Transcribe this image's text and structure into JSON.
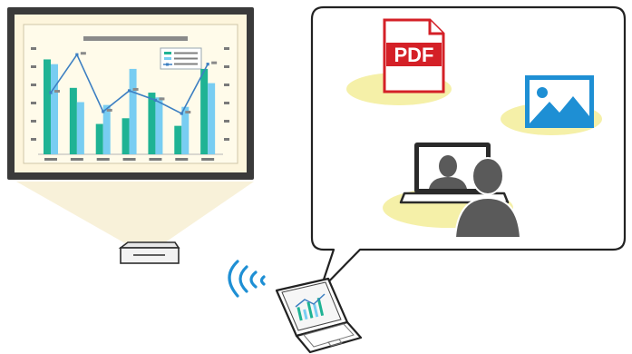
{
  "pdf_icon": {
    "label": "PDF",
    "color": "#d42027"
  },
  "colors": {
    "frame": "#3a3a3a",
    "screen": "#fdf5dc",
    "bar_green": "#1fb394",
    "bar_blue": "#78cdf2",
    "line": "#3d7fc2",
    "highlight": "#f5f0a8",
    "image_icon": "#1e8fd4",
    "person": "#5a5a5a"
  },
  "chart_data": {
    "type": "bar",
    "categories": [
      "",
      "",
      "",
      "",
      "",
      "",
      ""
    ],
    "series": [
      {
        "values": [
          100,
          70,
          32,
          38,
          65,
          30,
          90
        ]
      },
      {
        "values": [
          95,
          55,
          52,
          90,
          60,
          50,
          75
        ]
      },
      {
        "values": [
          65,
          105,
          45,
          67,
          57,
          43,
          95
        ]
      }
    ],
    "ylim": [
      0,
      110
    ],
    "legend": "top-right",
    "grid": false
  }
}
